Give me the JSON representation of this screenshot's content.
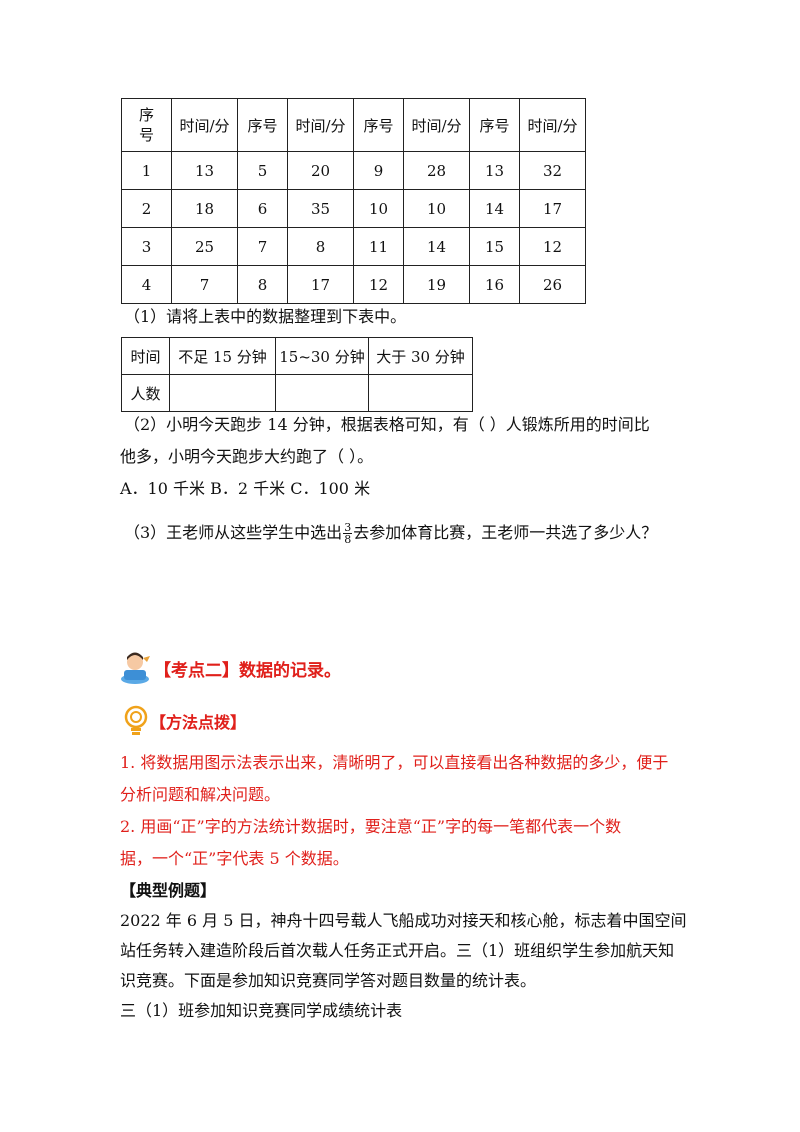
{
  "table1": {
    "header": [
      "序号",
      "时间/分",
      "序号",
      "时间/分",
      "序号",
      "时间/分",
      "序号",
      "时间/分"
    ],
    "rows": [
      [
        "1",
        "13",
        "5",
        "20",
        "9",
        "28",
        "13",
        "32"
      ],
      [
        "2",
        "18",
        "6",
        "35",
        "10",
        "10",
        "14",
        "17"
      ],
      [
        "3",
        "25",
        "7",
        "8",
        "11",
        "14",
        "15",
        "12"
      ],
      [
        "4",
        "7",
        "8",
        "17",
        "12",
        "19",
        "16",
        "26"
      ]
    ]
  },
  "q1": "（1）请将上表中的数据整理到下表中。",
  "table2": {
    "header": [
      "时间",
      "不足 15 分钟",
      "15~30 分钟",
      "大于 30 分钟"
    ],
    "row_label": "人数"
  },
  "q2": {
    "line1": "（2）小明今天跑步 14 分钟，根据表格可知，有（      ）人锻炼所用的时间比",
    "line2": "他多，小明今天跑步大约跑了（      ）。",
    "options": "A．10 千米      B．2 千米      C．100 米"
  },
  "q3": {
    "before": "（3）王老师从这些学生中选出",
    "frac_num": "3",
    "frac_den": "8",
    "after": "去参加体育比赛，王老师一共选了多少人？"
  },
  "section2": {
    "title": "【考点二】数据的记录。",
    "icon": "student-icon"
  },
  "method": {
    "title": "【方法点拨】",
    "icon": "lightbulb-icon"
  },
  "tips": [
    "1. 将数据用图示法表示出来，清晰明了，可以直接看出各种数据的多少，便于",
    "分析问题和解决问题。",
    "2. 用画“正”字的方法统计数据时，要注意“正”字的每一笔都代表一个数",
    "据，一个“正”字代表 5 个数据。"
  ],
  "example": {
    "title": "【典型例题】",
    "lines": [
      "2022 年 6 月 5 日，神舟十四号载人飞船成功对接天和核心舱，标志着中国空间",
      "站任务转入建造阶段后首次载人任务正式开启。三（1）班组织学生参加航天知",
      "识竞赛。下面是参加知识竞赛同学答对题目数量的统计表。",
      "三（1）班参加知识竞赛同学成绩统计表"
    ]
  },
  "colors": {
    "red": "#e0201b",
    "text": "#111111"
  }
}
